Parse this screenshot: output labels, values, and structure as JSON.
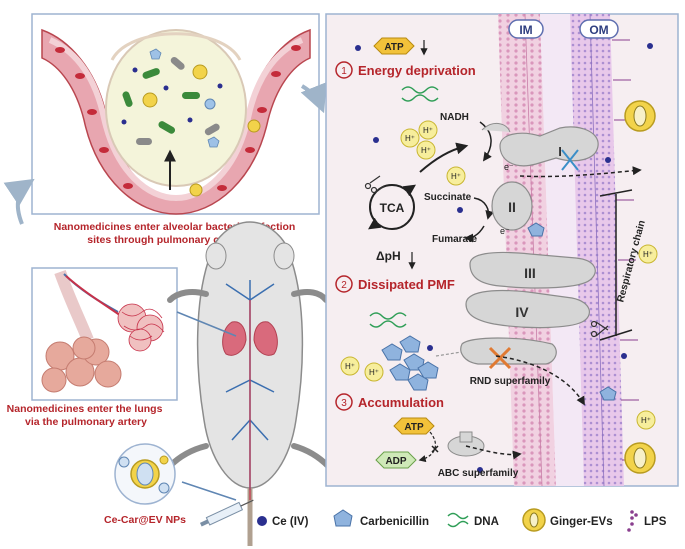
{
  "capillary_caption": [
    "Nanomedicines enter alveolar bacterial infection",
    "sites through pulmonary capillaries"
  ],
  "lung_caption": [
    "Nanomedicines enter the lungs",
    "via the pulmonary artery"
  ],
  "np_label": "Ce-Car@EV NPs",
  "membranes": {
    "inner": "IM",
    "outer": "OM"
  },
  "steps": [
    {
      "num": "1",
      "label": "Energy deprivation"
    },
    {
      "num": "2",
      "label": "Dissipated PMF"
    },
    {
      "num": "3",
      "label": "Accumulation"
    }
  ],
  "molecules": {
    "atp": "ATP",
    "adp": "ADP",
    "nadh": "NADH",
    "tca": "TCA",
    "succinate": "Succinate",
    "fumarate": "Fumarate",
    "delta_ph": "ΔpH",
    "proton": "H⁺",
    "electron": "e⁻"
  },
  "complexes": [
    "I",
    "II",
    "III",
    "IV"
  ],
  "respiratory_chain": "Respiratory chain",
  "rnd_label": "RND superfamily",
  "abc_label": "ABC superfamily",
  "legend": [
    {
      "label": "Ce (IV)",
      "icon": "ce-dot-icon"
    },
    {
      "label": "Carbenicillin",
      "icon": "carbenicillin-icon"
    },
    {
      "label": "DNA",
      "icon": "dna-icon"
    },
    {
      "label": "Ginger-EVs",
      "icon": "ginger-ev-icon"
    },
    {
      "label": "LPS",
      "icon": "lps-icon"
    }
  ],
  "colors": {
    "accent_red": "#b5252b",
    "panel_bg": "#f6eef1",
    "membrane_pink": "#e8b3cc",
    "membrane_purple": "#9a86c8",
    "complex_gray": "#d6d6d6",
    "ce_blue": "#2a2f8f",
    "drug_blue": "#7aa6d6",
    "dna_green": "#2f9e57",
    "ev_yellow": "#f2d34a",
    "lps_purple": "#8a3f8f",
    "vessel_red": "#c7324a"
  }
}
